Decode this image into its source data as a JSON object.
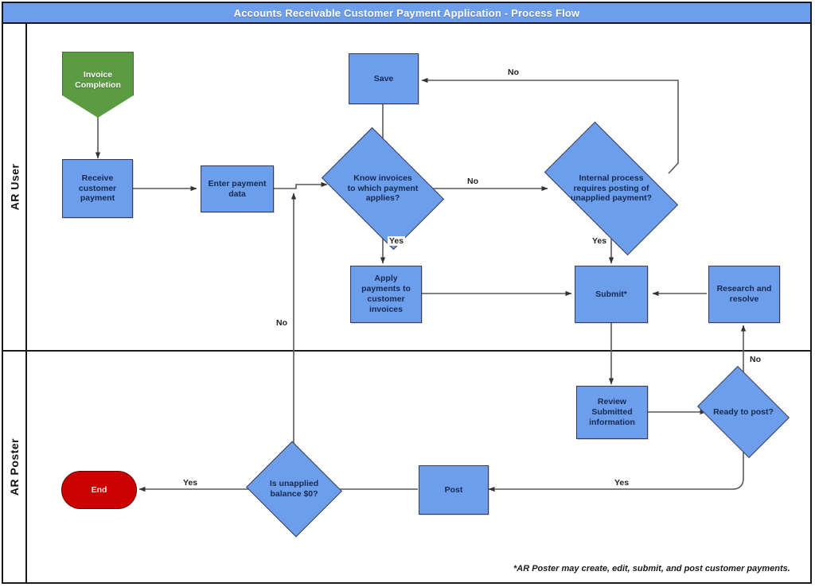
{
  "diagram": {
    "title": "Accounts Receivable Customer Payment Application - Process Flow",
    "footnote": "*AR Poster may create, edit, submit, and post customer payments.",
    "colors": {
      "title_bar": "#6d9eeb",
      "process_fill": "#6d9eeb",
      "process_stroke": "#3b3b4d",
      "start_fill": "#5b9b41",
      "end_fill": "#cc0000",
      "connector": "#595959",
      "frame": "#1a1a1a"
    }
  },
  "lanes": [
    {
      "id": "ar-user",
      "label": "AR User"
    },
    {
      "id": "ar-poster",
      "label": "AR Poster"
    }
  ],
  "nodes": {
    "invoice_completion": {
      "label": "Invoice\nCompletion",
      "type": "start"
    },
    "receive_payment": {
      "label": "Receive\ncustomer\npayment",
      "type": "process"
    },
    "enter_payment": {
      "label": "Enter payment\ndata",
      "type": "process"
    },
    "save": {
      "label": "Save",
      "type": "process"
    },
    "know_invoices": {
      "label": "Know invoices\nto which payment\napplies?",
      "type": "decision"
    },
    "internal_process": {
      "label": "Internal process\nrequires posting of\nunapplied payment?",
      "type": "decision"
    },
    "apply_payments": {
      "label": "Apply\npayments to\ncustomer\ninvoices",
      "type": "process"
    },
    "submit": {
      "label": "Submit*",
      "type": "process"
    },
    "research_resolve": {
      "label": "Research and\nresolve",
      "type": "process"
    },
    "review_submitted": {
      "label": "Review\nSubmitted\ninformation",
      "type": "process"
    },
    "ready_to_post": {
      "label": "Ready to post?",
      "type": "decision"
    },
    "post": {
      "label": "Post",
      "type": "process"
    },
    "unapplied_balance": {
      "label": "Is unapplied\nbalance $0?",
      "type": "decision"
    },
    "end": {
      "label": "End",
      "type": "end"
    }
  },
  "edge_labels": {
    "internal_no": "No",
    "know_no": "No",
    "know_yes": "Yes",
    "internal_yes": "Yes",
    "ready_no": "No",
    "ready_yes": "Yes",
    "unapplied_yes": "Yes",
    "unapplied_no": "No"
  }
}
